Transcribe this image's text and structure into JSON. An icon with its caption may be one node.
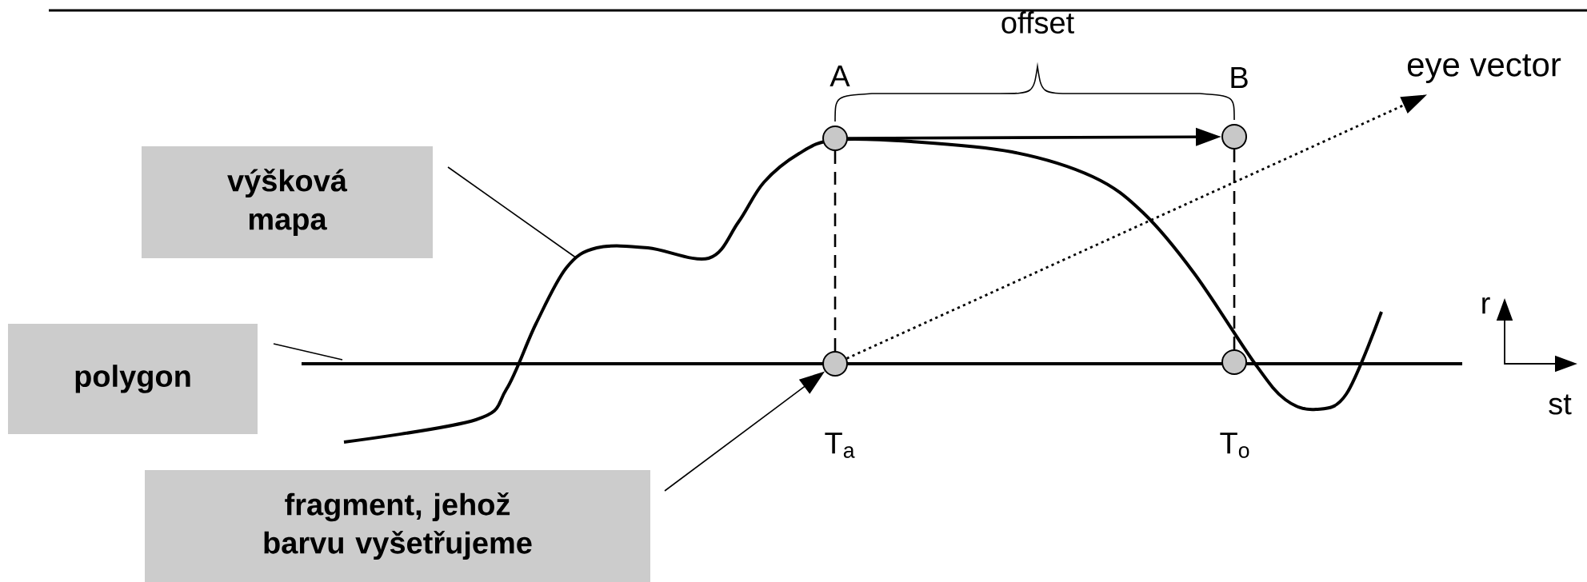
{
  "diagram": {
    "nodes": [
      {
        "text": [
          "výšková mapa"
        ]
      },
      {
        "text": [
          "polygon"
        ]
      },
      {
        "text": [
          "fragment, jehož barvu vyšetřujeme"
        ]
      },
      {
        "text": [],
        "shape": "circle",
        "beside": [
          "A"
        ]
      },
      {
        "text": [],
        "shape": "circle",
        "beside": [
          "B"
        ]
      },
      {
        "text": [],
        "shape": "circle",
        "beside": [
          "T$_{a}$"
        ]
      },
      {
        "text": [],
        "shape": "circle",
        "beside": [
          "T$_{o}$"
        ]
      },
      {
        "text": [
          "eye vector"
        ]
      }
    ],
    "edges": [
      {
        "from": 3,
        "to": 4,
        "arrow": "to"
      },
      {
        "from": 3,
        "to": 5,
        "arrow": "none",
        "style": "dashed"
      },
      {
        "from": 4,
        "to": 6,
        "arrow": "none",
        "style": "dashed"
      },
      {
        "from": 5,
        "to": 7,
        "arrow": "to",
        "style": "dashed"
      },
      {
        "from": 2,
        "to": 5,
        "arrow": "to"
      },
      {
        "from": 0,
        "to": null,
        "arrow": "none"
      },
      {
        "from": 1,
        "to": null,
        "arrow": "none"
      }
    ],
    "labels": [
      "offset",
      "r",
      "st"
    ]
  }
}
